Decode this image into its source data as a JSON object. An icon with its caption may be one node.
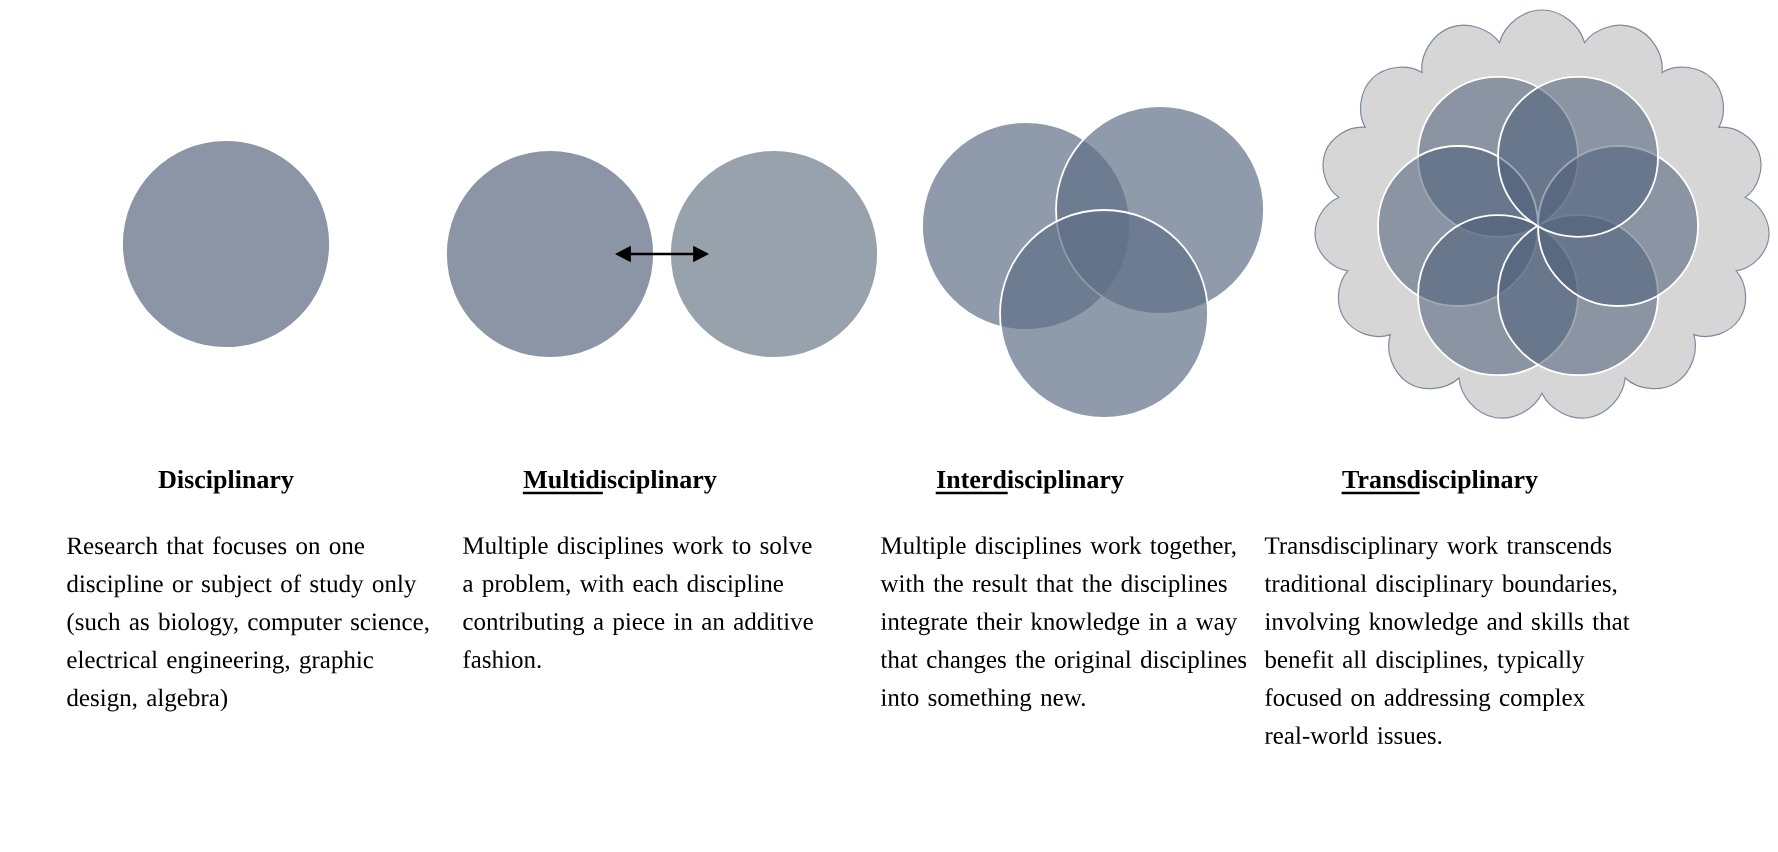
{
  "diagram": {
    "nodes": [
      {
        "text": [],
        "shape": "circle"
      },
      {
        "text": [],
        "shape": "circle"
      },
      {
        "text": [],
        "shape": "circle"
      },
      {
        "text": [],
        "shape": "circle"
      },
      {
        "text": [],
        "shape": "circle"
      },
      {
        "text": [],
        "shape": "circle"
      },
      {
        "text": [],
        "shape": "cloud"
      },
      {
        "text": [],
        "shape": "circle",
        "in": 6
      },
      {
        "text": [],
        "shape": "circle",
        "in": 6
      },
      {
        "text": [],
        "shape": "circle",
        "in": 6
      },
      {
        "text": [],
        "shape": "circle",
        "in": 6
      },
      {
        "text": [],
        "shape": "circle",
        "in": 6
      },
      {
        "text": [],
        "shape": "circle",
        "in": 6
      }
    ],
    "edges": [
      {
        "from": 1,
        "to": 2,
        "arrow": "both"
      }
    ],
    "labels": [
      "Disciplinary",
      "Multidisciplinary",
      "Interdisciplinary",
      "Transdisciplinary",
      "Research that focuses on one discipline or subject of study only (such as biology, computer science, electrical engineering, graphic design, algebra)",
      "Multiple disciplines work to solve a problem, with each discipline contributing a piece in an additive fashion.",
      "Multiple disciplines work together, with the result that the disciplines integrate their knowledge in a way that changes the original disciplines into something new.",
      "Transdisciplinary work transcends traditional disciplinary boundaries, involving knowledge and skills that benefit all disciplines, typically focused on addressing complex real-world issues."
    ]
  }
}
